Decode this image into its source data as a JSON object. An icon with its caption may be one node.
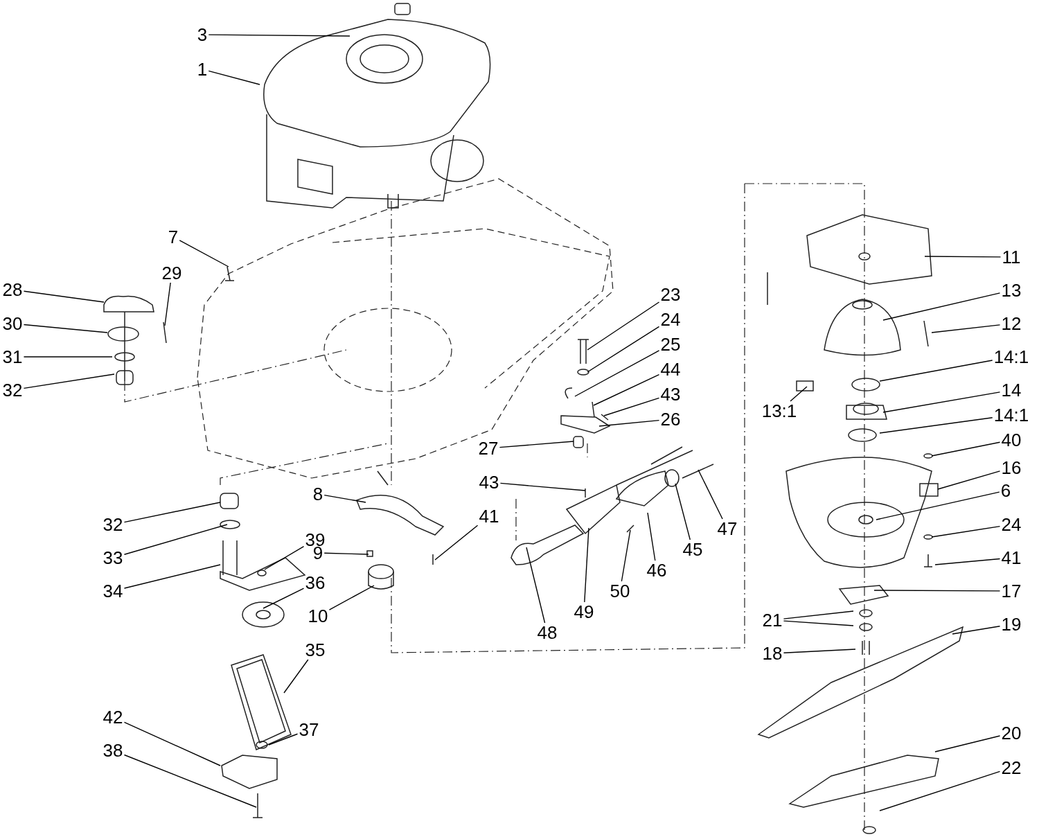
{
  "diagram": {
    "nodes": [
      {
        "text": [
          "3"
        ]
      },
      {
        "text": [
          "1"
        ]
      },
      {
        "text": [
          "7"
        ]
      },
      {
        "text": [
          "11"
        ]
      },
      {
        "text": [
          "29"
        ]
      },
      {
        "text": [
          "28"
        ]
      },
      {
        "text": [
          "13"
        ]
      },
      {
        "text": [
          "23"
        ]
      },
      {
        "text": [
          "24"
        ]
      },
      {
        "text": [
          "30"
        ]
      },
      {
        "text": [
          "12"
        ]
      },
      {
        "text": [
          "25"
        ]
      },
      {
        "text": [
          "31"
        ]
      },
      {
        "text": [
          "14:1"
        ]
      },
      {
        "text": [
          "44"
        ]
      },
      {
        "text": [
          "32"
        ]
      },
      {
        "text": [
          "14"
        ]
      },
      {
        "text": [
          "43"
        ]
      },
      {
        "text": [
          "13:1"
        ]
      },
      {
        "text": [
          "14:1"
        ]
      },
      {
        "text": [
          "26"
        ]
      },
      {
        "text": [
          "40"
        ]
      },
      {
        "text": [
          "27"
        ]
      },
      {
        "text": [
          "16"
        ]
      },
      {
        "text": [
          "43"
        ]
      },
      {
        "text": [
          "8"
        ]
      },
      {
        "text": [
          "6"
        ]
      },
      {
        "text": [
          "41"
        ]
      },
      {
        "text": [
          "32"
        ]
      },
      {
        "text": [
          "24"
        ]
      },
      {
        "text": [
          "47"
        ]
      },
      {
        "text": [
          "39"
        ]
      },
      {
        "text": [
          "45"
        ]
      },
      {
        "text": [
          "9"
        ]
      },
      {
        "text": [
          "33"
        ]
      },
      {
        "text": [
          "41"
        ]
      },
      {
        "text": [
          "46"
        ]
      },
      {
        "text": [
          "36"
        ]
      },
      {
        "text": [
          "34"
        ]
      },
      {
        "text": [
          "17"
        ]
      },
      {
        "text": [
          "50"
        ]
      },
      {
        "text": [
          "49"
        ]
      },
      {
        "text": [
          "10"
        ]
      },
      {
        "text": [
          "21"
        ]
      },
      {
        "text": [
          "19"
        ]
      },
      {
        "text": [
          "48"
        ]
      },
      {
        "text": [
          "35"
        ]
      },
      {
        "text": [
          "18"
        ]
      },
      {
        "text": [
          "42"
        ]
      },
      {
        "text": [
          "37"
        ]
      },
      {
        "text": [
          "20"
        ]
      },
      {
        "text": [
          "38"
        ]
      },
      {
        "text": [
          "22"
        ]
      }
    ],
    "edges": [
      {
        "from": 0,
        "to": null,
        "arrow": "none"
      },
      {
        "from": 1,
        "to": null,
        "arrow": "none"
      },
      {
        "from": 2,
        "to": null,
        "arrow": "none"
      },
      {
        "from": 3,
        "to": null,
        "arrow": "none"
      },
      {
        "from": 4,
        "to": null,
        "arrow": "none"
      },
      {
        "from": 5,
        "to": null,
        "arrow": "none"
      },
      {
        "from": 6,
        "to": null,
        "arrow": "none"
      },
      {
        "from": 7,
        "to": null,
        "arrow": "none"
      },
      {
        "from": 8,
        "to": null,
        "arrow": "none"
      },
      {
        "from": 9,
        "to": null,
        "arrow": "none"
      },
      {
        "from": 10,
        "to": null,
        "arrow": "none"
      },
      {
        "from": 11,
        "to": null,
        "arrow": "none"
      },
      {
        "from": 12,
        "to": null,
        "arrow": "none"
      },
      {
        "from": 13,
        "to": null,
        "arrow": "none"
      },
      {
        "from": 14,
        "to": null,
        "arrow": "none"
      },
      {
        "from": 15,
        "to": null,
        "arrow": "none"
      },
      {
        "from": 16,
        "to": null,
        "arrow": "none"
      },
      {
        "from": 17,
        "to": null,
        "arrow": "none"
      },
      {
        "from": 18,
        "to": null,
        "arrow": "none"
      },
      {
        "from": 19,
        "to": null,
        "arrow": "none"
      },
      {
        "from": 20,
        "to": null,
        "arrow": "none"
      },
      {
        "from": 21,
        "to": null,
        "arrow": "none"
      },
      {
        "from": 22,
        "to": null,
        "arrow": "none"
      },
      {
        "from": 23,
        "to": null,
        "arrow": "none"
      },
      {
        "from": 24,
        "to": null,
        "arrow": "none"
      },
      {
        "from": 25,
        "to": null,
        "arrow": "none"
      },
      {
        "from": 26,
        "to": null,
        "arrow": "none"
      },
      {
        "from": 27,
        "to": null,
        "arrow": "none"
      },
      {
        "from": 28,
        "to": null,
        "arrow": "none"
      },
      {
        "from": 29,
        "to": null,
        "arrow": "none"
      },
      {
        "from": 30,
        "to": null,
        "arrow": "none"
      },
      {
        "from": 31,
        "to": null,
        "arrow": "none"
      },
      {
        "from": 32,
        "to": null,
        "arrow": "none"
      },
      {
        "from": 33,
        "to": null,
        "arrow": "none"
      },
      {
        "from": 34,
        "to": null,
        "arrow": "none"
      },
      {
        "from": 35,
        "to": null,
        "arrow": "none"
      },
      {
        "from": 36,
        "to": null,
        "arrow": "none"
      },
      {
        "from": 37,
        "to": null,
        "arrow": "none"
      },
      {
        "from": 38,
        "to": null,
        "arrow": "none"
      },
      {
        "from": 39,
        "to": null,
        "arrow": "none"
      },
      {
        "from": 40,
        "to": null,
        "arrow": "none"
      },
      {
        "from": 41,
        "to": null,
        "arrow": "none"
      },
      {
        "from": 42,
        "to": null,
        "arrow": "none"
      },
      {
        "from": 43,
        "to": null,
        "arrow": "none"
      },
      {
        "from": 43,
        "to": null,
        "arrow": "none"
      },
      {
        "from": 44,
        "to": null,
        "arrow": "none"
      },
      {
        "from": 45,
        "to": null,
        "arrow": "none"
      },
      {
        "from": 46,
        "to": null,
        "arrow": "none"
      },
      {
        "from": 47,
        "to": null,
        "arrow": "none"
      },
      {
        "from": 48,
        "to": null,
        "arrow": "none"
      },
      {
        "from": 49,
        "to": null,
        "arrow": "none"
      },
      {
        "from": 50,
        "to": null,
        "arrow": "none"
      },
      {
        "from": 51,
        "to": null,
        "arrow": "none"
      },
      {
        "from": 52,
        "to": null,
        "arrow": "none"
      }
    ]
  }
}
